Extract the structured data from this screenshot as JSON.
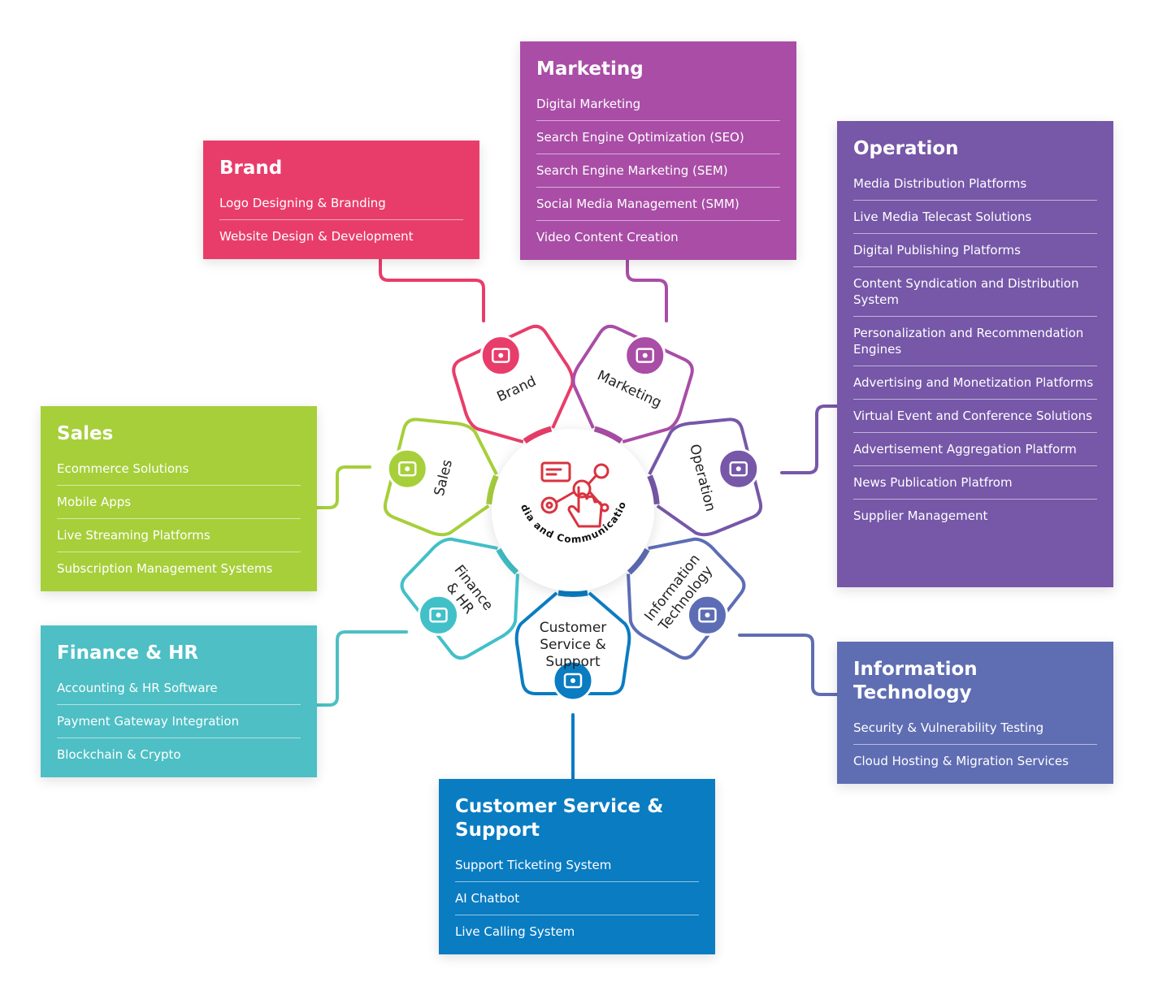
{
  "hub": {
    "label": "Media and Communications",
    "icon": "touch-network-icon",
    "icon_color": "#d9333f"
  },
  "petals": [
    {
      "id": "brand",
      "label": "Brand",
      "color": "#e83d6a",
      "icon": "browser-window-icon"
    },
    {
      "id": "marketing",
      "label": "Marketing",
      "color": "#a94da6",
      "icon": "megaphone-icon"
    },
    {
      "id": "operation",
      "label": "Operation",
      "color": "#7657a8",
      "icon": "gear-settings-icon"
    },
    {
      "id": "it",
      "label_lines": [
        "Information",
        "Technology"
      ],
      "color": "#5d6db5",
      "icon": "monitor-transfer-icon"
    },
    {
      "id": "cs",
      "label_lines": [
        "Customer",
        "Service &",
        "Support"
      ],
      "color": "#0a7cc2",
      "icon": "headset-icon"
    },
    {
      "id": "finance",
      "label_lines": [
        "Finance",
        "& HR"
      ],
      "color": "#42c0c8",
      "icon": "briefcase-icon"
    },
    {
      "id": "sales",
      "label": "Sales",
      "color": "#a6cf3a",
      "icon": "dollar-cycle-icon"
    }
  ],
  "cards": {
    "brand": {
      "title": "Brand",
      "color": "#e83d6a",
      "items": [
        "Logo Designing & Branding",
        "Website Design & Development"
      ]
    },
    "marketing": {
      "title": "Marketing",
      "color": "#a94da6",
      "items": [
        "Digital Marketing",
        "Search Engine Optimization (SEO)",
        "Search Engine Marketing (SEM)",
        "Social Media Management (SMM)",
        "Video Content Creation"
      ]
    },
    "operation": {
      "title": "Operation",
      "color": "#7657a8",
      "items": [
        "Media Distribution Platforms",
        "Live Media Telecast Solutions",
        "Digital Publishing Platforms",
        "Content Syndication and Distribution System",
        "Personalization and Recommendation Engines",
        "Advertising and Monetization Platforms",
        "Virtual Event and Conference Solutions",
        "Advertisement Aggregation Platform",
        "News Publication Platfrom",
        "Supplier Management"
      ]
    },
    "sales": {
      "title": "Sales",
      "color": "#a6cf3a",
      "items": [
        "Ecommerce Solutions",
        "Mobile Apps",
        "Live Streaming Platforms",
        "Subscription Management Systems"
      ]
    },
    "finance": {
      "title": "Finance & HR",
      "color": "#4ebfc4",
      "items": [
        "Accounting & HR Software",
        "Payment Gateway Integration",
        "Blockchain & Crypto"
      ]
    },
    "it": {
      "title": "Information Technology",
      "color": "#5f6db3",
      "items": [
        "Security & Vulnerability Testing",
        "Cloud Hosting & Migration Services"
      ]
    },
    "cs": {
      "title": "Customer Service & Support",
      "color": "#0a7cc2",
      "items": [
        "Support Ticketing System",
        "AI Chatbot",
        "Live Calling System"
      ]
    }
  }
}
